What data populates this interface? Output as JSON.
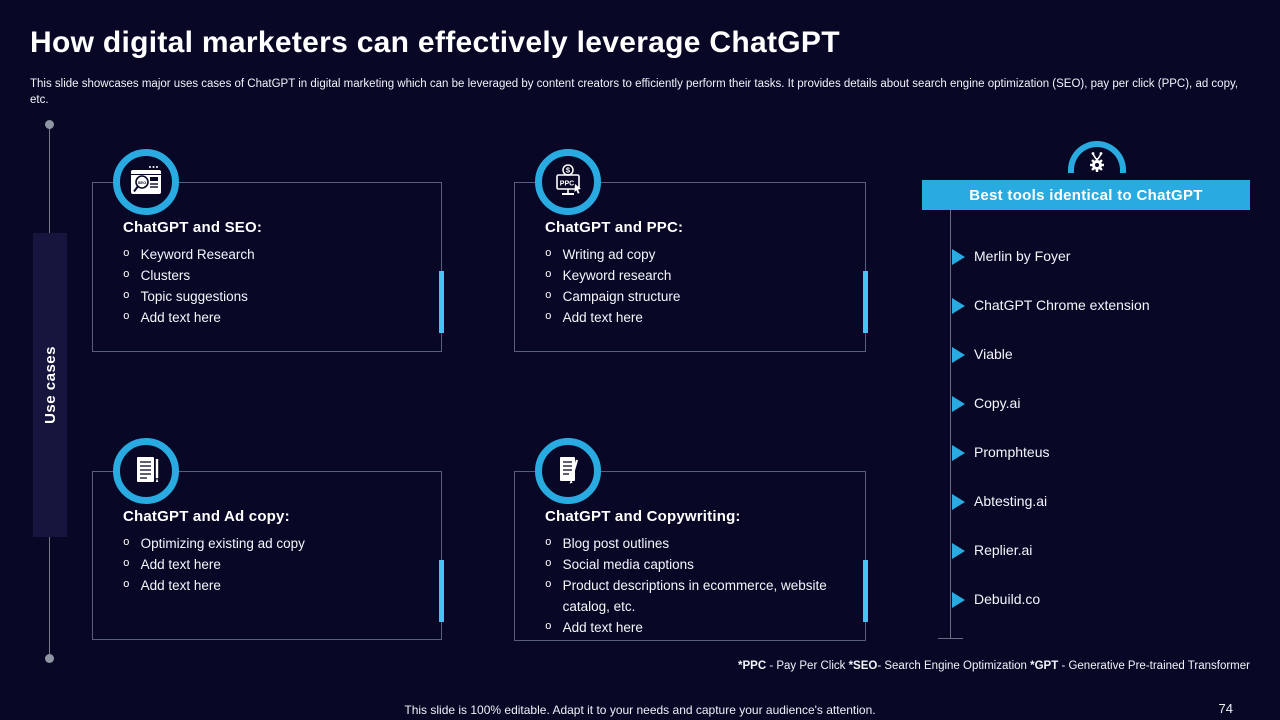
{
  "slide": {
    "title": "How digital marketers can effectively leverage ChatGPT",
    "subtitle": "This slide showcases major uses cases of ChatGPT in digital marketing which can be leveraged by content creators to efficiently perform their tasks. It provides details about search engine optimization (SEO), pay per click (PPC), ad copy, etc.",
    "side_label": "Use cases",
    "bottom_note": "This slide is 100% editable. Adapt it to your needs and capture your audience's attention.",
    "page_number": "74"
  },
  "cards": [
    {
      "icon": "seo-search-browser-icon",
      "title": "ChatGPT and SEO:",
      "bullets": [
        "Keyword Research",
        "Clusters",
        "Topic suggestions",
        "Add text here"
      ]
    },
    {
      "icon": "ppc-monitor-dollar-icon",
      "title": "ChatGPT and PPC:",
      "bullets": [
        "Writing ad copy",
        "Keyword research",
        "Campaign structure",
        "Add text here"
      ]
    },
    {
      "icon": "ad-copy-document-pen-icon",
      "title": "ChatGPT and Ad copy:",
      "bullets": [
        "Optimizing existing ad copy",
        "Add text here",
        "Add text here"
      ]
    },
    {
      "icon": "copywriting-document-pen-icon",
      "title": "ChatGPT and Copywriting:",
      "bullets": [
        "Blog post outlines",
        "Social media captions",
        "Product descriptions in ecommerce, website catalog, etc.",
        "Add text here"
      ]
    }
  ],
  "tools_panel": {
    "header": "Best tools identical to ChatGPT",
    "icon": "robot-gear-dome-icon",
    "items": [
      "Merlin by Foyer",
      "ChatGPT Chrome extension",
      "Viable",
      "Copy.ai",
      "Promphteus",
      "Abtesting.ai",
      "Replier.ai",
      "Debuild.co"
    ]
  },
  "footnote": {
    "parts": [
      {
        "text": "*PPC",
        "bold": true
      },
      {
        "text": " - Pay Per Click ",
        "bold": false
      },
      {
        "text": "*SEO",
        "bold": true
      },
      {
        "text": "- Search Engine Optimization ",
        "bold": false
      },
      {
        "text": "*GPT",
        "bold": true
      },
      {
        "text": " - Generative Pre-trained Transformer",
        "bold": false
      }
    ]
  },
  "colors": {
    "background": "#080826",
    "accent": "#29abe2",
    "accent_light": "#45c3f4",
    "side_panel": "#15153d",
    "line_gray": "#9aa0ad"
  }
}
